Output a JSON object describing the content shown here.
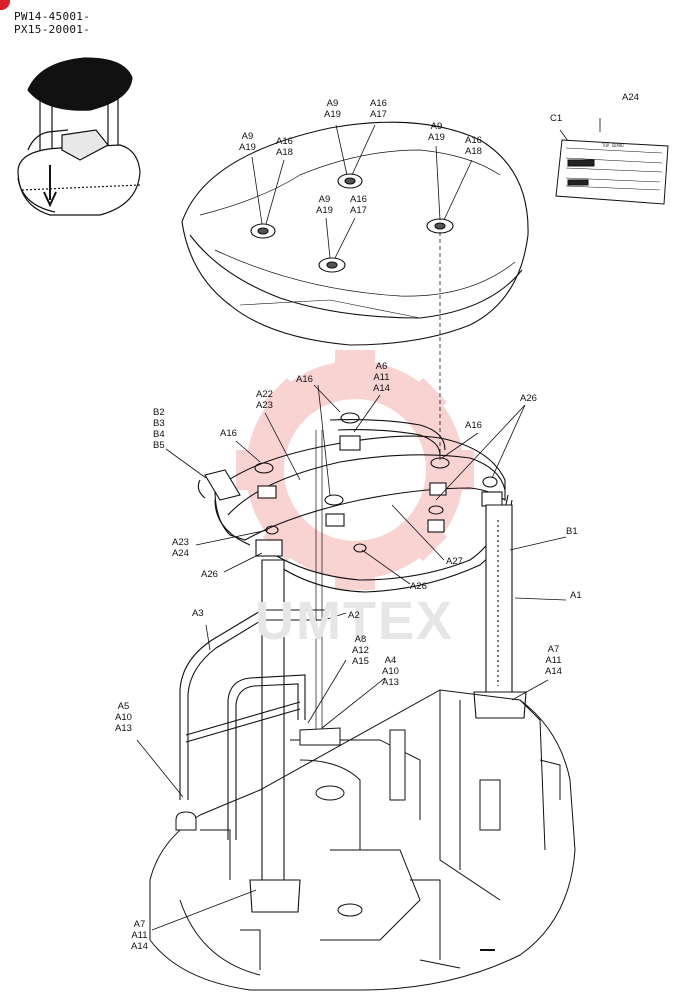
{
  "models": [
    "PW14-45001-",
    "PX15-20001-"
  ],
  "watermark": "UMTEX",
  "callouts": [
    {
      "id": "c-a9-a19-a16-a18-left",
      "lines": [
        "A9",
        "A19"
      ]
    },
    {
      "id": "c-a16-a18-left",
      "lines": [
        "A16",
        "A18"
      ]
    },
    {
      "id": "c-a9-a19-top",
      "lines": [
        "A9",
        "A19"
      ]
    },
    {
      "id": "c-a16-a17-top",
      "lines": [
        "A16",
        "A17"
      ]
    },
    {
      "id": "c-a9-a19-right",
      "lines": [
        "A9",
        "A19"
      ]
    },
    {
      "id": "c-a16-a18-right",
      "lines": [
        "A16",
        "A18"
      ]
    },
    {
      "id": "c-a9-a19-mid",
      "lines": [
        "A9",
        "A19"
      ]
    },
    {
      "id": "c-a16-a17-mid",
      "lines": [
        "A16",
        "A17"
      ]
    },
    {
      "id": "c-a24-plate",
      "lines": [
        "A24"
      ]
    },
    {
      "id": "c-c1",
      "lines": [
        "C1"
      ]
    },
    {
      "id": "c-a6-a11-a14",
      "lines": [
        "A6",
        "A11",
        "A14"
      ]
    },
    {
      "id": "c-a16-upper",
      "lines": [
        "A16"
      ]
    },
    {
      "id": "c-a22-a23",
      "lines": [
        "A22",
        "A23"
      ]
    },
    {
      "id": "c-b2-b5",
      "lines": [
        "B2",
        "B3",
        "B4",
        "B5"
      ]
    },
    {
      "id": "c-a16-left",
      "lines": [
        "A16"
      ]
    },
    {
      "id": "c-a16-right",
      "lines": [
        "A16"
      ]
    },
    {
      "id": "c-a26-top",
      "lines": [
        "A26"
      ]
    },
    {
      "id": "c-a23-a24",
      "lines": [
        "A23",
        "A24"
      ]
    },
    {
      "id": "c-a26-left",
      "lines": [
        "A26"
      ]
    },
    {
      "id": "c-a27",
      "lines": [
        "A27"
      ]
    },
    {
      "id": "c-a26-mid",
      "lines": [
        "A26"
      ]
    },
    {
      "id": "c-b1",
      "lines": [
        "B1"
      ]
    },
    {
      "id": "c-a1",
      "lines": [
        "A1"
      ]
    },
    {
      "id": "c-a3",
      "lines": [
        "A3"
      ]
    },
    {
      "id": "c-a2",
      "lines": [
        "A2"
      ]
    },
    {
      "id": "c-a8-a12-a15",
      "lines": [
        "A8",
        "A12",
        "A15"
      ]
    },
    {
      "id": "c-a4-a10-a13",
      "lines": [
        "A4",
        "A10",
        "A13"
      ]
    },
    {
      "id": "c-a7-a11-a14-right",
      "lines": [
        "A7",
        "A11",
        "A14"
      ]
    },
    {
      "id": "c-a5-a10-a13",
      "lines": [
        "A5",
        "A10",
        "A13"
      ]
    },
    {
      "id": "c-a7-a11-a14-bottom",
      "lines": [
        "A7",
        "A11",
        "A14"
      ]
    }
  ],
  "plate": {
    "heading": "TOP GUARD"
  }
}
